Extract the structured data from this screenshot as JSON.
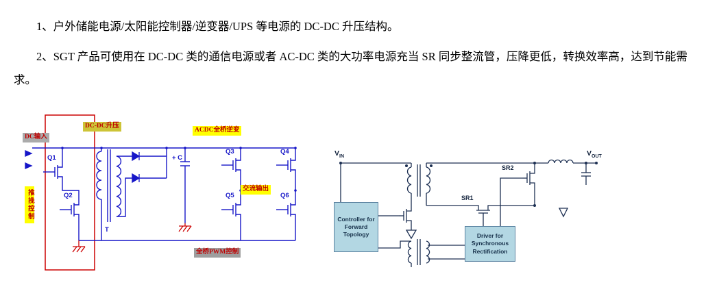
{
  "colors": {
    "left_circuit_blue": "#1616c8",
    "left_highlight_red": "#cc0000",
    "label_text_red": "#c00000",
    "label_yellow_bg": "#ffff00",
    "label_gray_bg": "#ababab",
    "label_olive_bg": "#cdc437",
    "right_circuit_navy": "#1c2f52",
    "right_box_blue": "#b3d7e3"
  },
  "document": {
    "paragraphs": [
      "1、户外储能电源/太阳能控制器/逆变器/UPS 等电源的 DC-DC 升压结构。",
      "2、SGT 产品可使用在 DC-DC 类的通信电源或者 AC-DC 类的大功率电源充当 SR 同步整流管，压降更低，转换效率高，达到节能需求。"
    ]
  },
  "left_diagram": {
    "dc_input": "DC输入",
    "boost": "DC-DC升压",
    "full_bridge_inverter": "ACDC全桥逆变",
    "push_pull_control": "推挽控制",
    "ac_output": "交流输出",
    "pwm_control": "全桥PWM控制",
    "transformer": "T",
    "capacitor": "+ C",
    "q1": "Q1",
    "q2": "Q2",
    "q3": "Q3",
    "q4": "Q4",
    "q5": "Q5",
    "q6": "Q6"
  },
  "right_diagram": {
    "vin_base": "V",
    "vin_sub": "IN",
    "vout_base": "V",
    "vout_sub": "OUT",
    "sr1": "SR1",
    "sr2": "SR2",
    "controller": "Controller for Forward Topology",
    "driver": "Driver for Synchronous Rectification"
  }
}
